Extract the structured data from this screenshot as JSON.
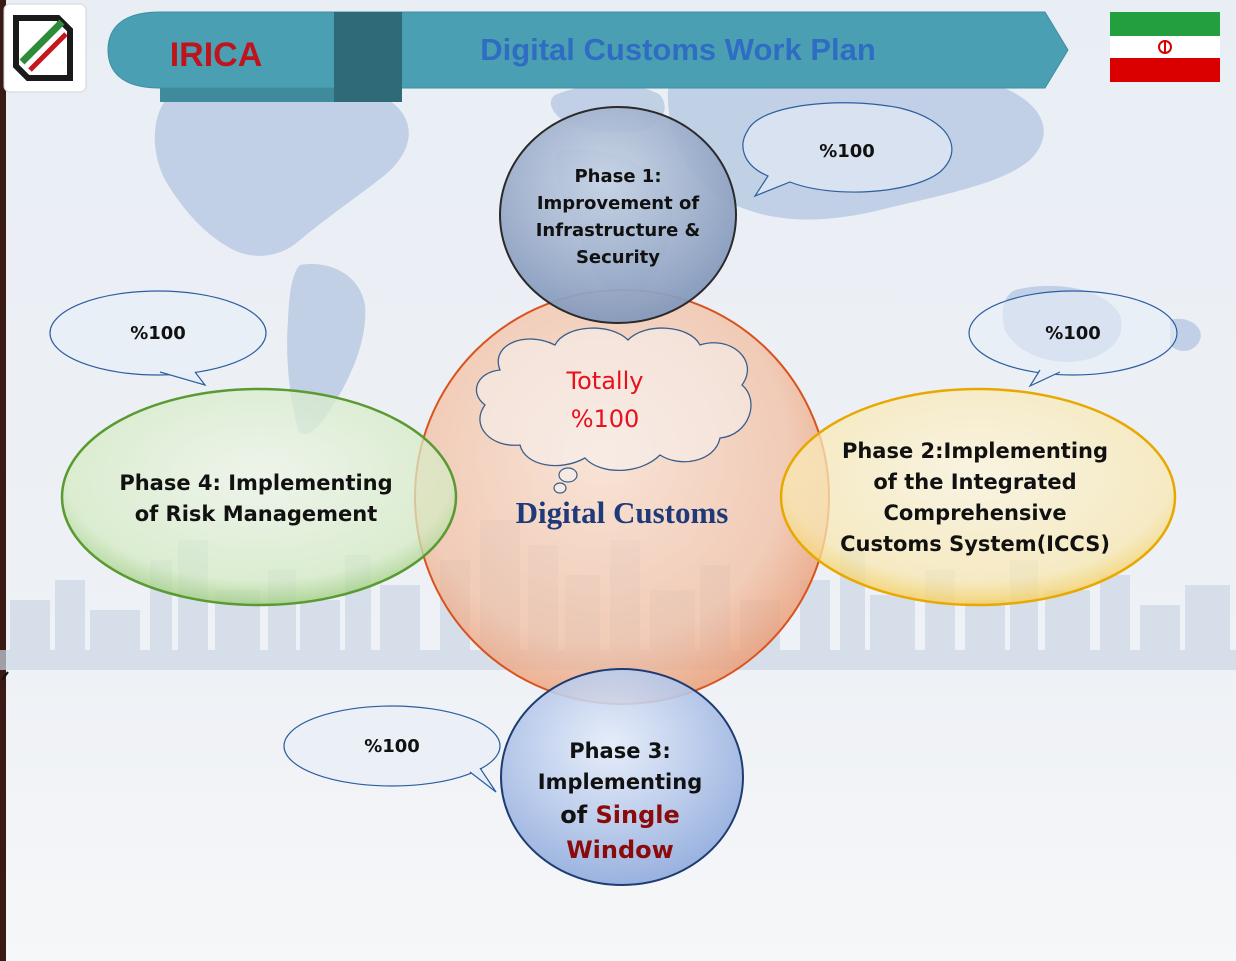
{
  "header": {
    "org_name": "IRICA",
    "title": "Digital Customs Work Plan"
  },
  "center": {
    "title": "Digital Customs",
    "cloud_line1": "Totally",
    "cloud_line2": "%100"
  },
  "phases": [
    {
      "id": 1,
      "lines": [
        "Phase 1:",
        "Improvement of",
        "Infrastructure &",
        "Security"
      ],
      "progress_label": "%100"
    },
    {
      "id": 2,
      "lines": [
        "Phase 2:Implementing",
        "of the Integrated",
        "Comprehensive",
        "Customs System(ICCS)"
      ],
      "progress_label": "%100"
    },
    {
      "id": 3,
      "lines": [
        "Phase 3:",
        "Implementing"
      ],
      "line3_prefix": "of ",
      "line3_highlight": "Single",
      "line4": "Window",
      "progress_label": "%100"
    },
    {
      "id": 4,
      "lines": [
        "Phase 4: Implementing",
        "of Risk Management"
      ],
      "progress_label": "%100"
    }
  ],
  "colors": {
    "banner": "#4aa0b2",
    "banner_dark": "#2e6a78",
    "org_red": "#c0141c",
    "title_blue": "#2f6dc4",
    "center_fill": "#f2c2a6",
    "center_stroke": "#d9531e",
    "phase1": "#8ea6c9",
    "phase2": "#f5d77a",
    "phase3": "#a9bfe6",
    "phase4": "#bcdba2",
    "totally_red": "#e8101a",
    "digital_navy": "#1f3a7a",
    "single_window_red": "#8b0a0a"
  },
  "icons": {
    "logo": "irica-logo-icon",
    "flag": "iran-flag-icon"
  }
}
